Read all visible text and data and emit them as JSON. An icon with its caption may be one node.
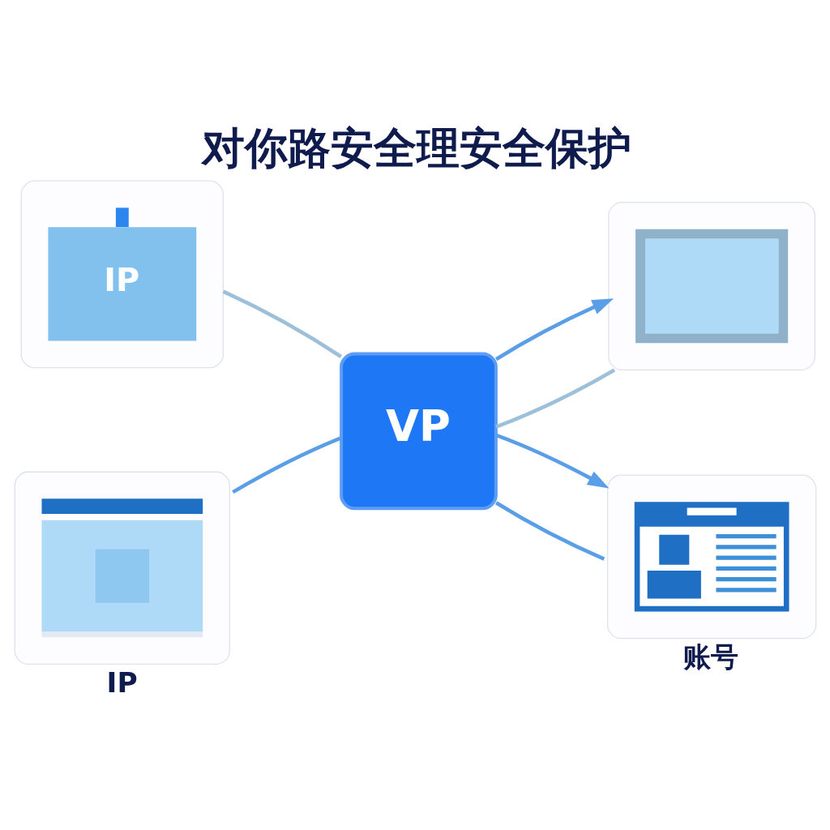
{
  "diagram": {
    "title": "对你路安全理安全保护",
    "nodes": [
      {
        "text": [
          "IP"
        ]
      },
      {
        "text": [],
        "shape": "picture"
      },
      {
        "text": [
          "VP"
        ]
      },
      {
        "text": [
          "IP"
        ]
      },
      {
        "text": [
          "账号"
        ]
      }
    ],
    "edges": [
      {
        "from": 2,
        "to": 0,
        "arrow": "none",
        "color": "#9dc0da"
      },
      {
        "from": 2,
        "to": 1,
        "arrow": "none",
        "color": "#9dc0da"
      },
      {
        "from": 2,
        "to": 3,
        "arrow": "none"
      },
      {
        "from": 2,
        "to": 4,
        "arrow": "none"
      },
      {
        "from": 2,
        "to": 1,
        "arrow": "to"
      },
      {
        "from": 2,
        "to": 4,
        "arrow": "to"
      }
    ]
  }
}
